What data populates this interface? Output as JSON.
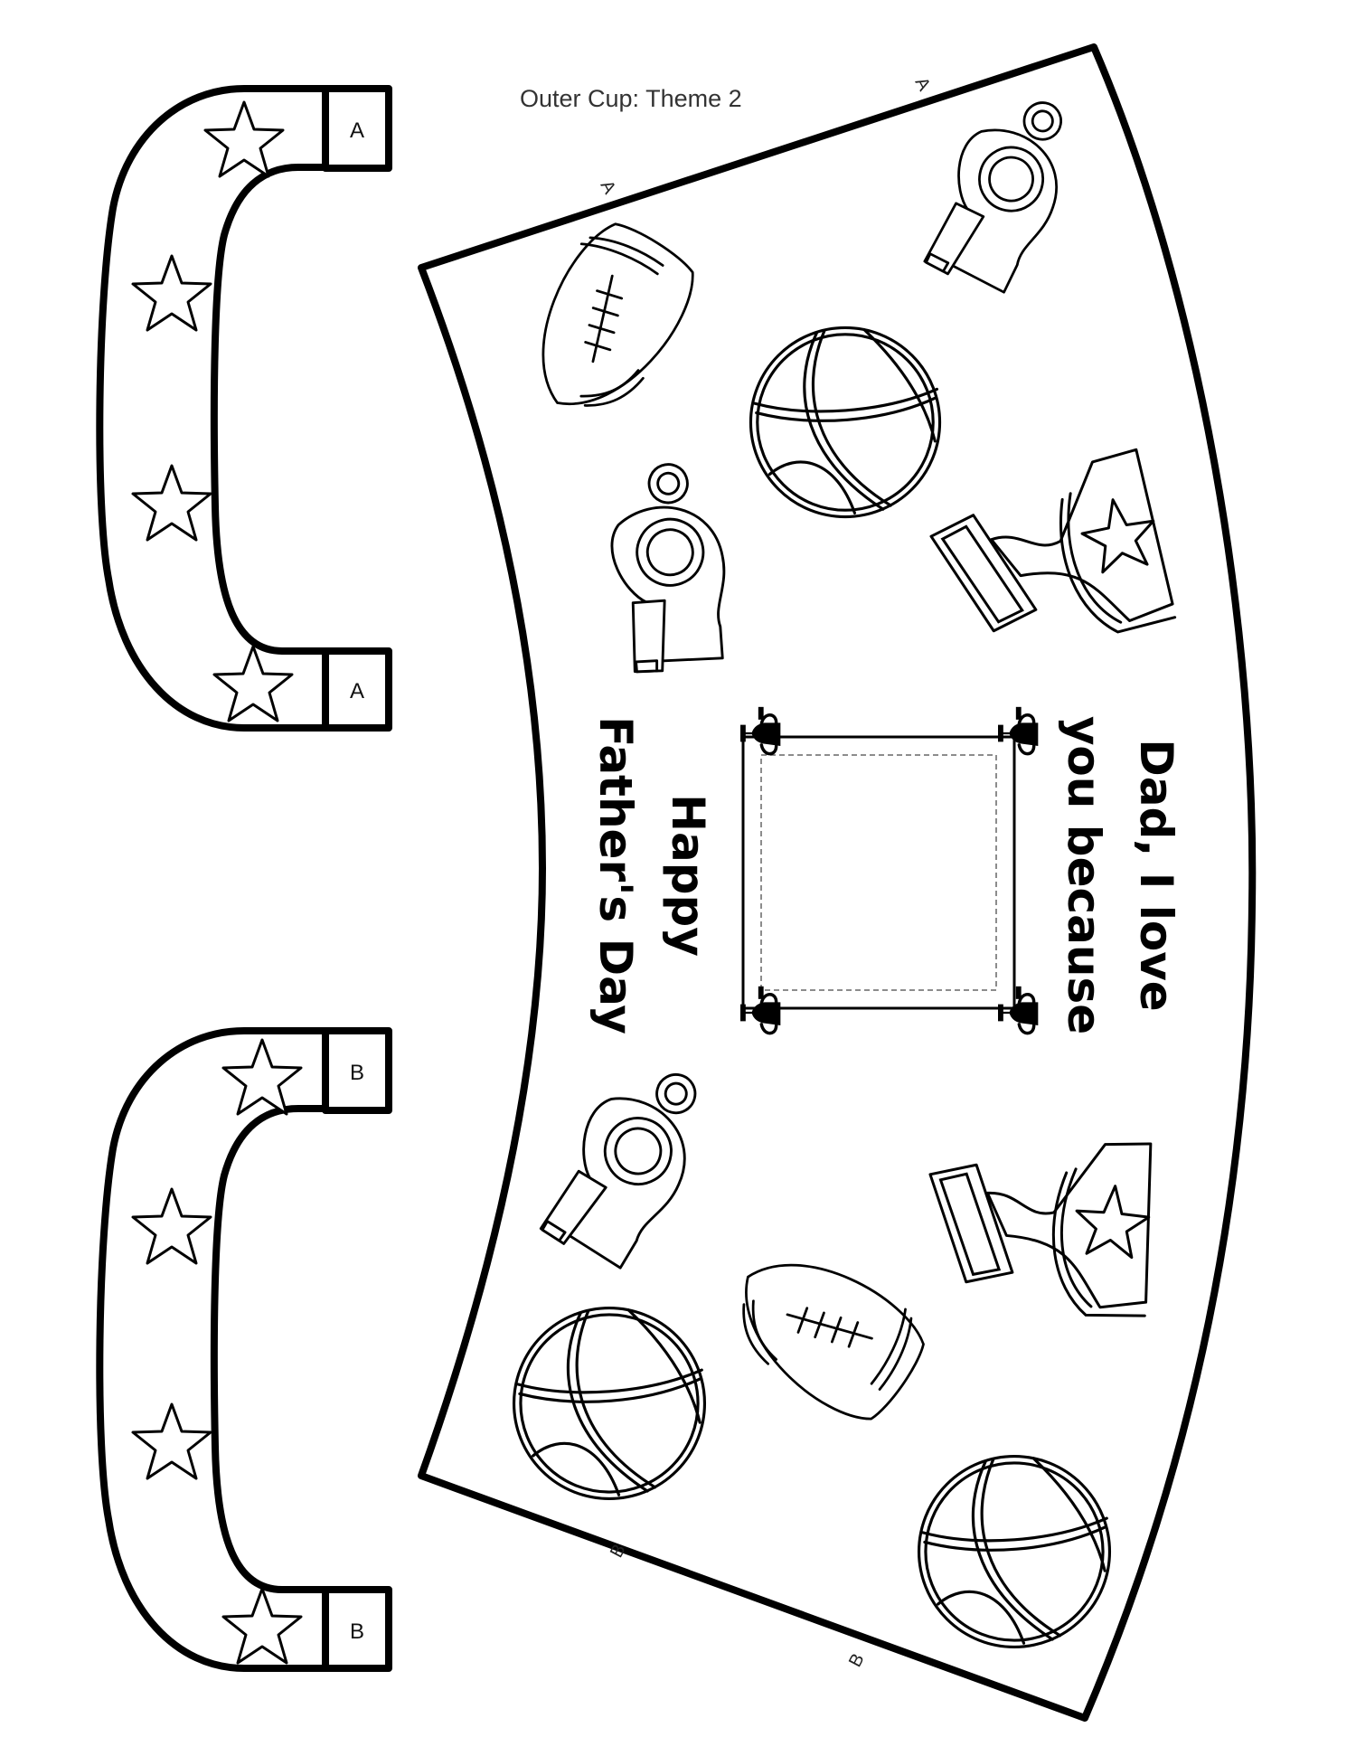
{
  "title": "Outer Cup: Theme 2",
  "main_text": {
    "line1": "Dad, I love",
    "line2": "you because",
    "line3": "Happy",
    "line4": "Father's Day"
  },
  "handle_top": {
    "tab_top": "A",
    "tab_bottom": "A"
  },
  "handle_bottom": {
    "tab_top": "B",
    "tab_bottom": "B"
  },
  "edge_marks": {
    "top_right": "A",
    "top_left": "A",
    "bottom_left": "B",
    "bottom_right": "B"
  },
  "icons": [
    "star-icon",
    "football-icon",
    "basketball-icon",
    "whistle-icon",
    "trophy-icon"
  ]
}
